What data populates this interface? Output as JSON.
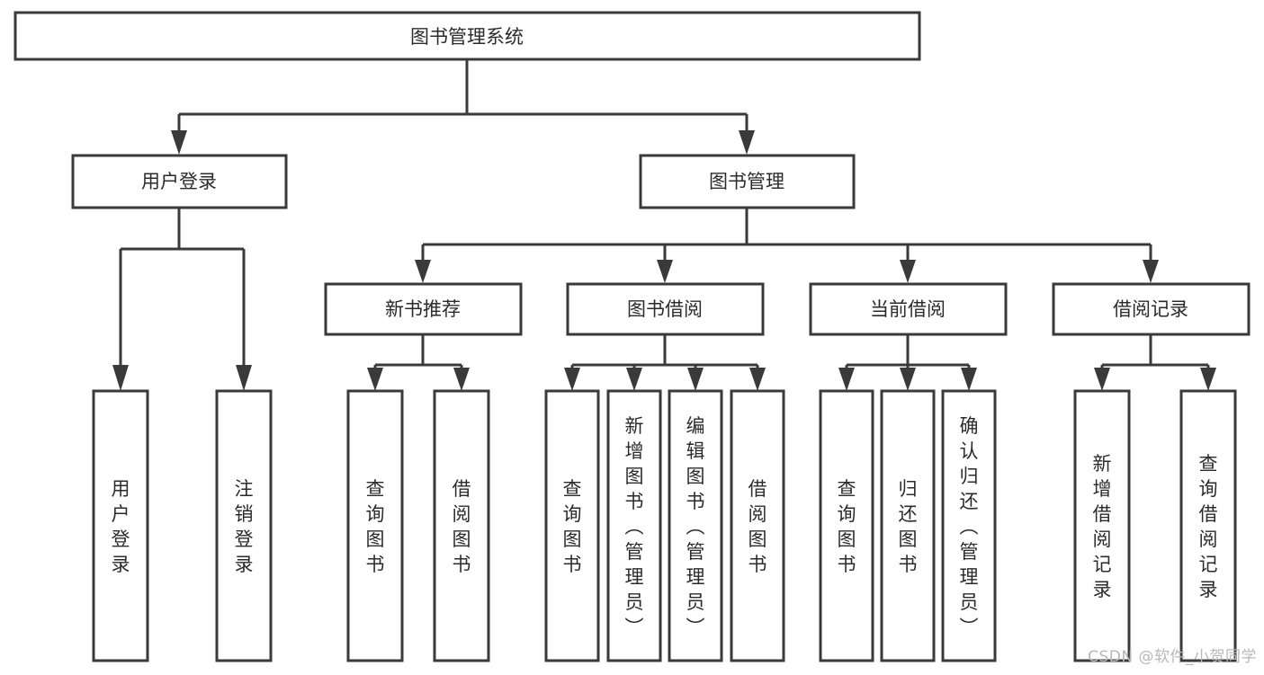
{
  "diagram": {
    "title": "图书管理系统",
    "type": "hierarchy-tree",
    "watermark": "CSDN @软件_小贺同学",
    "colors": {
      "stroke": "#3a3a3a",
      "fill": "#ffffff",
      "text": "#2b2b2b",
      "watermark": "#b8b8b8"
    },
    "root": {
      "label": "图书管理系统"
    },
    "level2": [
      {
        "label": "用户登录"
      },
      {
        "label": "图书管理"
      }
    ],
    "level3": [
      {
        "label": "新书推荐"
      },
      {
        "label": "图书借阅"
      },
      {
        "label": "当前借阅"
      },
      {
        "label": "借阅记录"
      }
    ],
    "leaves": {
      "user_login": [
        {
          "label": "用户登录"
        },
        {
          "label": "注销登录"
        }
      ],
      "new_book_recommend": [
        {
          "label": "查询图书"
        },
        {
          "label": "借阅图书"
        }
      ],
      "book_borrow": [
        {
          "label": "查询图书"
        },
        {
          "label": "新增图书（管理员）"
        },
        {
          "label": "编辑图书（管理员）"
        },
        {
          "label": "借阅图书"
        }
      ],
      "current_borrow": [
        {
          "label": "查询图书"
        },
        {
          "label": "归还图书"
        },
        {
          "label": "确认归还（管理员）"
        }
      ],
      "borrow_record": [
        {
          "label": "新增借阅记录"
        },
        {
          "label": "查询借阅记录"
        }
      ]
    }
  }
}
